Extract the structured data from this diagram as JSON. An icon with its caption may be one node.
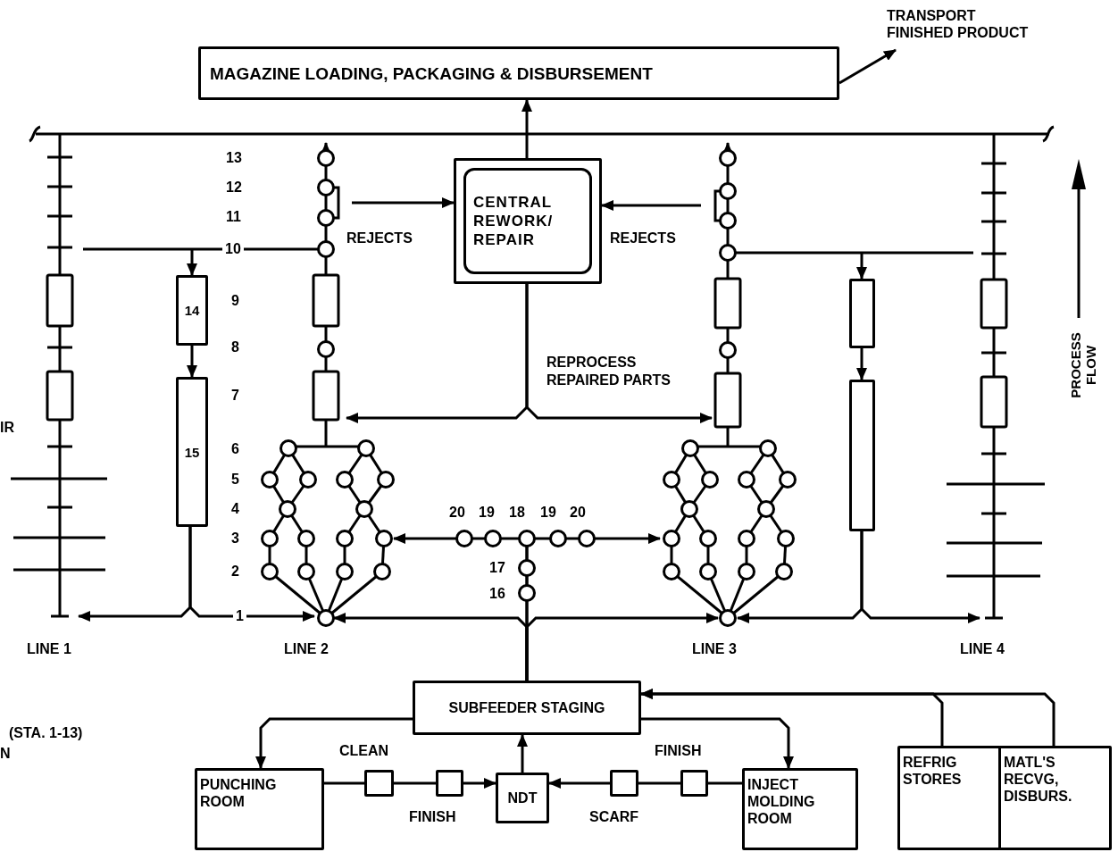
{
  "diagram": {
    "nodes": [
      {
        "text": [
          "MAGAZINE LOADING, PACKAGING & DISBURSEMENT"
        ]
      },
      {
        "text": [
          "CENTRAL REWORK/ REPAIR"
        ]
      },
      {
        "text": [
          "SUBFEEDER STAGING"
        ]
      },
      {
        "text": [
          "PUNCHING ROOM"
        ]
      },
      {
        "text": [
          "NDT"
        ]
      },
      {
        "text": [
          "INJECT MOLDING ROOM"
        ]
      },
      {
        "text": [
          "REFRIG STORES"
        ]
      },
      {
        "text": [
          "MATL'S RECVG, DISBURS."
        ]
      },
      {
        "text": [
          "14"
        ]
      },
      {
        "text": [
          "15"
        ]
      },
      {
        "text": [
          "TRANSPORT FINISHED PRODUCT"
        ]
      },
      {
        "text": [],
        "shape": "box"
      },
      {
        "text": [],
        "shape": "box"
      },
      {
        "text": [],
        "shape": "box"
      },
      {
        "text": [],
        "shape": "box"
      },
      {
        "text": [],
        "shape": "box"
      },
      {
        "text": [],
        "shape": "box"
      }
    ],
    "edges": [
      {
        "from": 1,
        "to": 0,
        "arrow": "to"
      },
      {
        "from": 0,
        "to": 10,
        "arrow": "to"
      },
      {
        "from": null,
        "to": 1,
        "arrow": "to"
      },
      {
        "from": null,
        "to": 1,
        "arrow": "to"
      },
      {
        "from": 1,
        "to": null,
        "arrow": "to"
      },
      {
        "from": 1,
        "to": null,
        "arrow": "to"
      },
      {
        "from": null,
        "to": 8,
        "arrow": "to"
      },
      {
        "from": 8,
        "to": 9,
        "arrow": "to"
      },
      {
        "from": 9,
        "to": null,
        "arrow": "to"
      },
      {
        "from": 9,
        "to": null,
        "arrow": "to"
      },
      {
        "from": null,
        "to": 11,
        "arrow": "to"
      },
      {
        "from": 11,
        "to": 12,
        "arrow": "to"
      },
      {
        "from": 12,
        "to": null,
        "arrow": "to"
      },
      {
        "from": 12,
        "to": null,
        "arrow": "to"
      },
      {
        "from": 2,
        "to": null,
        "arrow": "to"
      },
      {
        "from": 2,
        "to": null,
        "arrow": "to"
      },
      {
        "from": 2,
        "to": null,
        "arrow": "to"
      },
      {
        "from": 2,
        "to": null,
        "arrow": "to"
      },
      {
        "from": 2,
        "to": 3,
        "arrow": "to"
      },
      {
        "from": 2,
        "to": 5,
        "arrow": "to"
      },
      {
        "from": 3,
        "to": 13,
        "arrow": "none"
      },
      {
        "from": 13,
        "to": 14,
        "arrow": "none"
      },
      {
        "from": 14,
        "to": 4,
        "arrow": "to"
      },
      {
        "from": 5,
        "to": 16,
        "arrow": "none"
      },
      {
        "from": 16,
        "to": 15,
        "arrow": "none"
      },
      {
        "from": 15,
        "to": 4,
        "arrow": "to"
      },
      {
        "from": 4,
        "to": 2,
        "arrow": "to"
      },
      {
        "from": 6,
        "to": 2,
        "arrow": "to"
      },
      {
        "from": 7,
        "to": 2,
        "arrow": "to"
      }
    ],
    "labels": [
      "13",
      "12",
      "11",
      "10",
      "9",
      "8",
      "7",
      "6",
      "5",
      "4",
      "3",
      "2",
      "1",
      "REJECTS",
      "REJECTS",
      "IR",
      "REPROCESS REPAIRED PARTS",
      "PROCESS FLOW",
      "20",
      "19",
      "18",
      "19",
      "20",
      "17",
      "16",
      "LINE 1",
      "LINE 2",
      "LINE 3",
      "LINE 4",
      "(STA. 1-13)",
      "N",
      "CLEAN",
      "FINISH",
      "FINISH",
      "SCARF"
    ]
  }
}
